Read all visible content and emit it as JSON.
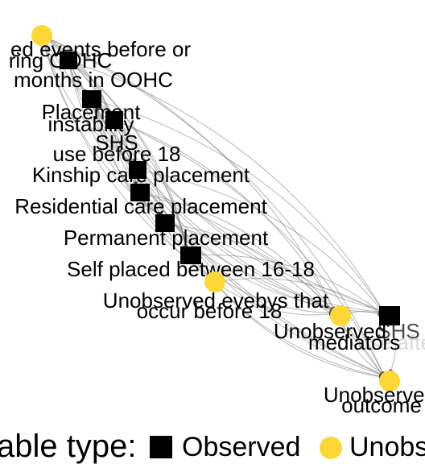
{
  "nodes": [
    {
      "id": "n1",
      "type": "unobserved",
      "lines": [
        "ed events before or",
        "ring OOHC"
      ]
    },
    {
      "id": "n2",
      "type": "observed",
      "lines": [
        "months in OOHC"
      ]
    },
    {
      "id": "n3",
      "type": "observed",
      "lines": [
        "Placement",
        "instability"
      ]
    },
    {
      "id": "n4",
      "type": "observed",
      "lines": [
        "SHS",
        "use before 18"
      ]
    },
    {
      "id": "n5",
      "type": "observed",
      "lines": [
        "Kinship care placement"
      ]
    },
    {
      "id": "n6",
      "type": "observed",
      "lines": [
        "Residential care placement"
      ]
    },
    {
      "id": "n7",
      "type": "observed",
      "lines": [
        "Permanent placement"
      ]
    },
    {
      "id": "n8",
      "type": "observed",
      "lines": [
        "Self placed between 16-18"
      ]
    },
    {
      "id": "n9",
      "type": "unobserved",
      "lines": [
        "Unobserved evebys that",
        "occur before 18"
      ]
    },
    {
      "id": "n10",
      "type": "unobserved",
      "lines": [
        "Unobserved",
        "mediators"
      ]
    },
    {
      "id": "n11",
      "type": "observed",
      "lines": [
        "SHS",
        "use after"
      ]
    },
    {
      "id": "n12",
      "type": "unobserved",
      "lines": [
        "Unobserved",
        "outcome"
      ]
    }
  ],
  "legend": {
    "title": "able type:",
    "items": [
      {
        "label": "Observed",
        "shape": "square",
        "color": "#000000"
      },
      {
        "label": "Unobs",
        "shape": "circle",
        "color": "#FDD835"
      }
    ]
  },
  "colors": {
    "observed": "#000000",
    "unobserved": "#FDD835",
    "edge": "#7a7a7a"
  }
}
